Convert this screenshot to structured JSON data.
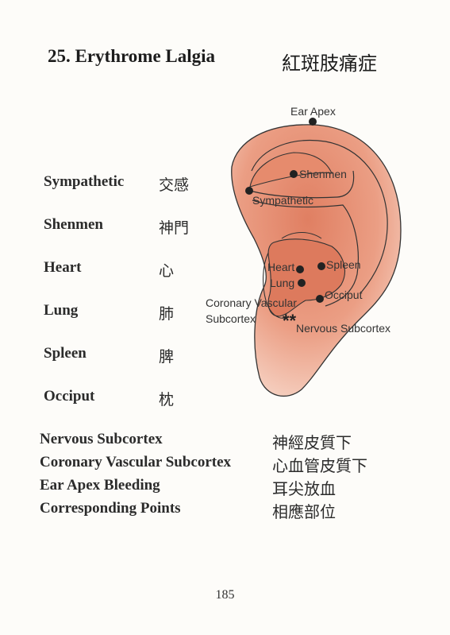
{
  "title": {
    "number_en": "25. Erythrome Lalgia",
    "cn": "紅斑肢痛症"
  },
  "points": [
    {
      "en": "Sympathetic",
      "cn": "交感"
    },
    {
      "en": "Shenmen",
      "cn": "神門"
    },
    {
      "en": "Heart",
      "cn": "心"
    },
    {
      "en": "Lung",
      "cn": "肺"
    },
    {
      "en": "Spleen",
      "cn": "脾"
    },
    {
      "en": "Occiput",
      "cn": "枕"
    }
  ],
  "extra_points": [
    {
      "en": "Nervous Subcortex",
      "cn": "神經皮質下"
    },
    {
      "en": "Coronary Vascular Subcortex",
      "cn": "心血管皮質下"
    },
    {
      "en": "Ear Apex Bleeding",
      "cn": "耳尖放血"
    },
    {
      "en": "Corresponding Points",
      "cn": "相應部位"
    }
  ],
  "diagram_labels": {
    "ear_apex": "Ear Apex",
    "shenmen": "Shenmen",
    "sympathetic": "Sympathetic",
    "heart": "Heart",
    "spleen": "Spleen",
    "lung": "Lung",
    "occiput": "Occiput",
    "coronary_vascular": "Coronary Vascular",
    "subcortex": "Subcortex",
    "nervous_subcortex": "Nervous Subcortex",
    "stars": "**"
  },
  "colors": {
    "ear_fill": "#e8967a",
    "ear_light": "#f6d3c3",
    "outline": "#333333"
  },
  "page_number": "185"
}
